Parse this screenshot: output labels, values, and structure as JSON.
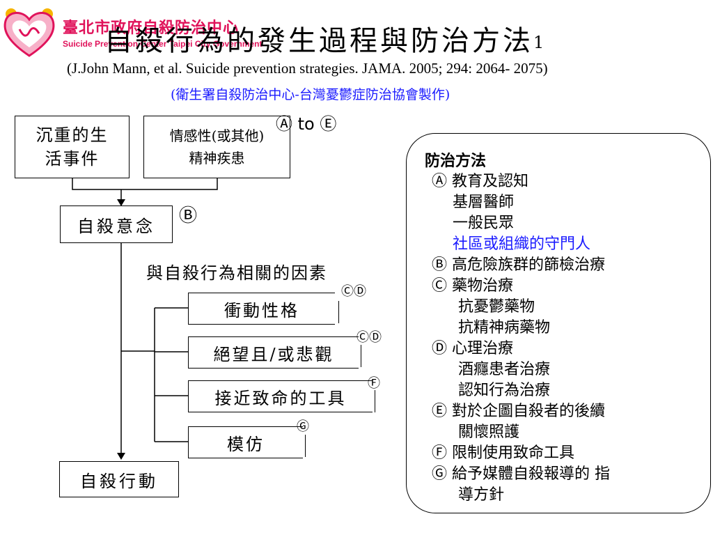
{
  "logo": {
    "org_zh": "臺北市政府自殺防治中心",
    "org_en": "Suicide Prevention Center Taipei City Government"
  },
  "header": {
    "title": "自殺行為的發生過程與防治方法",
    "title_sup": "1",
    "citation": "(J.John Mann, et al. Suicide prevention strategies. JAMA. 2005; 294: 2064- 2075)",
    "credit": "(衛生署自殺防治中心-台灣憂鬱症防治協會製作)"
  },
  "flow": {
    "life_events": [
      "沉重的生",
      "活事件"
    ],
    "emotional": [
      "情感性(或其他)",
      "精神疾患"
    ],
    "range_mark": "Ⓐ to Ⓔ",
    "ideation": "自殺意念",
    "ideation_mark": "Ⓑ",
    "risk_heading": "與自殺行為相關的因素",
    "factors": [
      {
        "label": "衝動性格",
        "mark": "ⒸⒹ"
      },
      {
        "label": "絕望且/或悲觀",
        "mark": "ⒸⒹ"
      },
      {
        "label": "接近致命的工具",
        "mark": "Ⓕ"
      },
      {
        "label": "模仿",
        "mark": "Ⓖ"
      }
    ],
    "action": "自殺行動"
  },
  "prevention": {
    "heading": "防治方法",
    "items": [
      {
        "text": "Ⓐ 教育及認知",
        "style": "bold",
        "indent": "ind0"
      },
      {
        "text": "基層醫師",
        "style": "",
        "indent": "ind1"
      },
      {
        "text": "一般民眾",
        "style": "",
        "indent": "ind1"
      },
      {
        "text": "社區或組織的守門人",
        "style": "bold blue",
        "indent": "ind1"
      },
      {
        "text": "Ⓑ 高危險族群的篩檢治療",
        "style": "bold",
        "indent": "ind0"
      },
      {
        "text": "Ⓒ 藥物治療",
        "style": "",
        "indent": "ind0"
      },
      {
        "text": "抗憂鬱藥物",
        "style": "",
        "indent": "ind2"
      },
      {
        "text": "抗精神病藥物",
        "style": "",
        "indent": "ind2"
      },
      {
        "text": "Ⓓ 心理治療",
        "style": "",
        "indent": "ind0"
      },
      {
        "text": "酒癮患者治療",
        "style": "",
        "indent": "ind2"
      },
      {
        "text": "認知行為治療",
        "style": "",
        "indent": "ind2"
      },
      {
        "text": "Ⓔ 對於企圖自殺者的後續",
        "style": "",
        "indent": "ind0"
      },
      {
        "text": "關懷照護",
        "style": "",
        "indent": "ind2"
      },
      {
        "text": "Ⓕ 限制使用致命工具",
        "style": "bold",
        "indent": "ind0"
      },
      {
        "text": "Ⓖ 給予媒體自殺報導的 指",
        "style": "bold",
        "indent": "ind0"
      },
      {
        "text": "導方針",
        "style": "bold",
        "indent": "ind2"
      }
    ]
  },
  "colors": {
    "brand": "#e0125a",
    "accent_blue": "#1a1aff"
  }
}
